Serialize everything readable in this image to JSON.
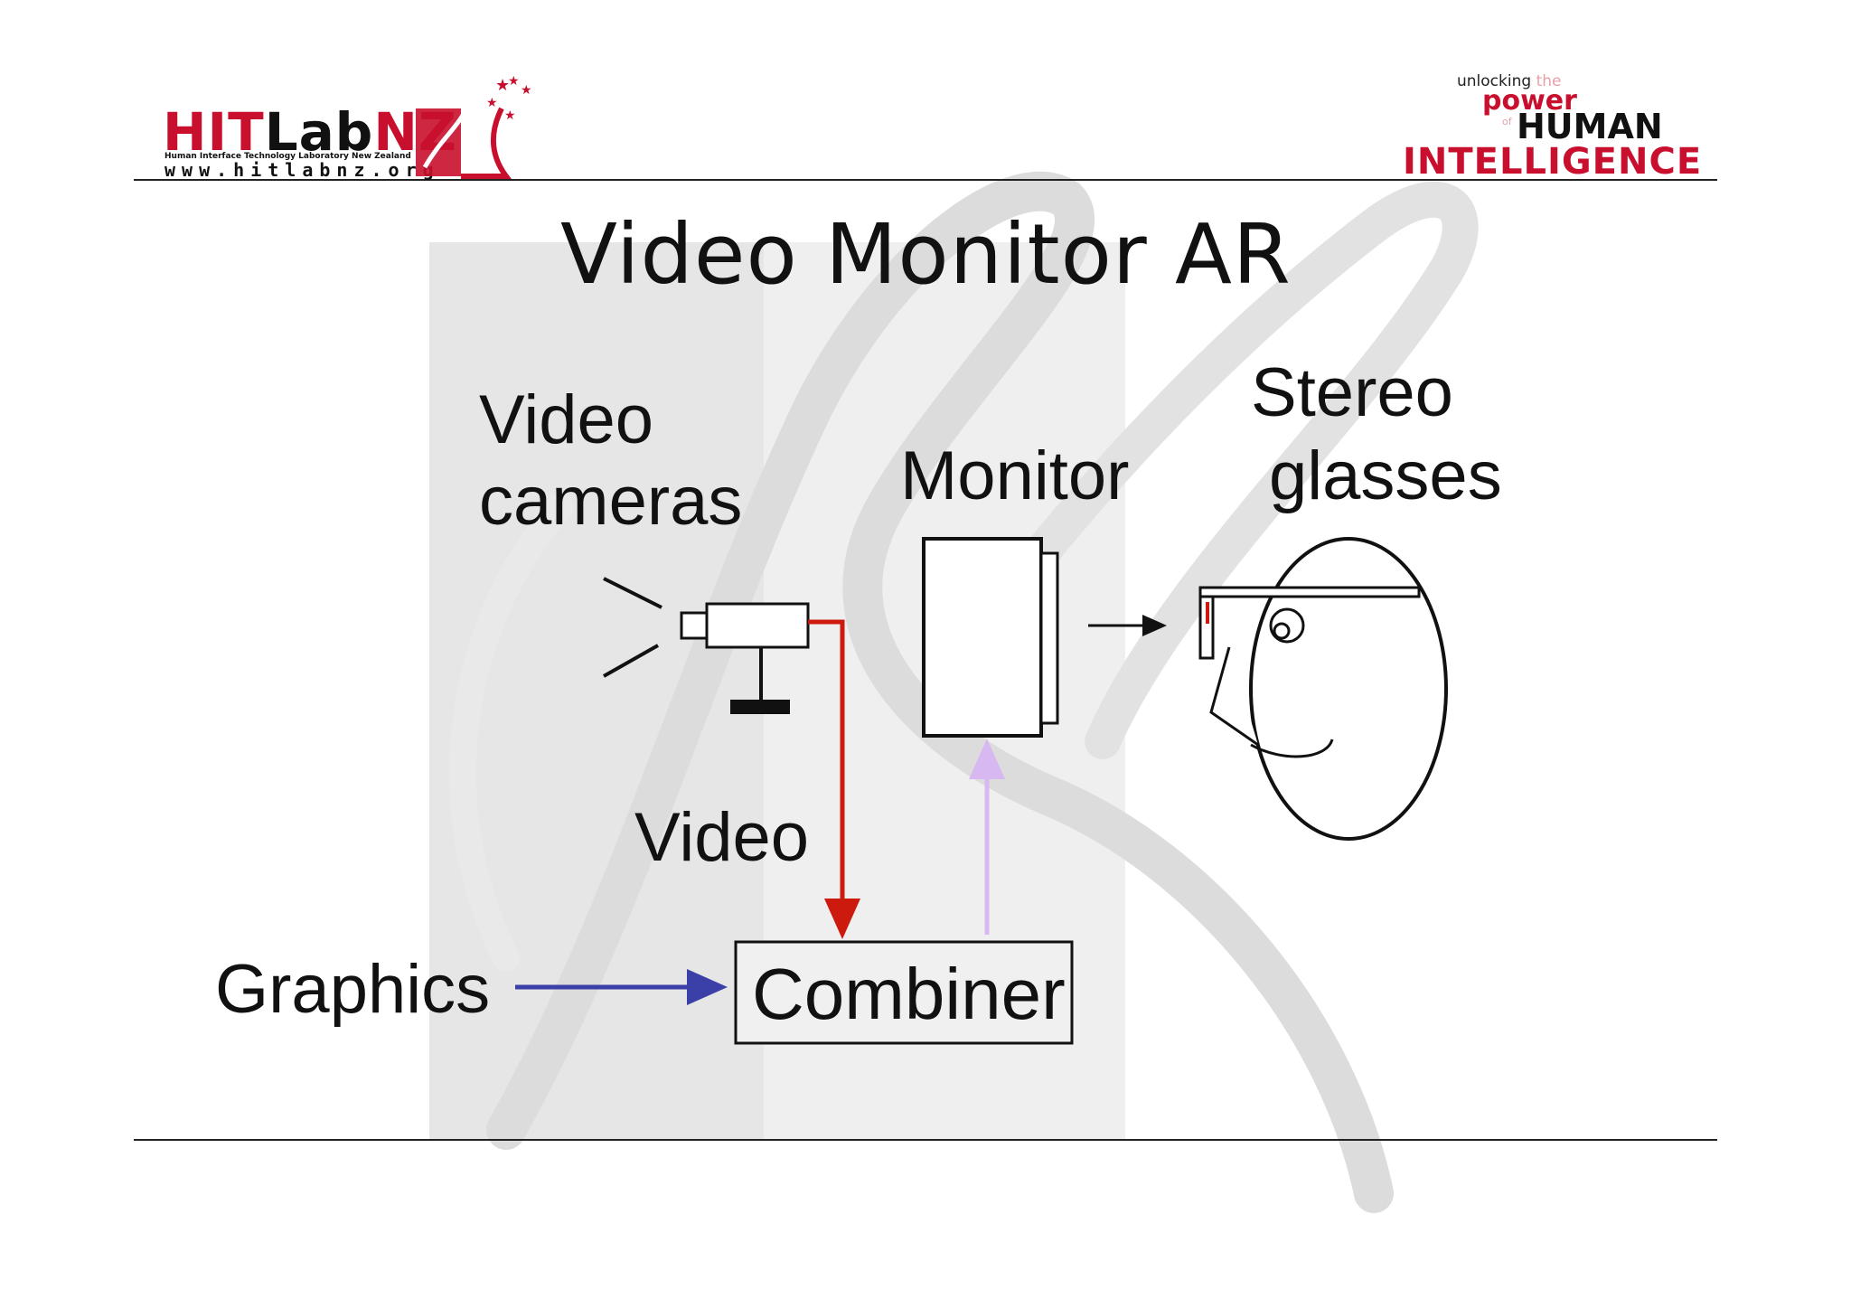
{
  "slide": {
    "title": "Video Monitor AR"
  },
  "logo_left": {
    "hit": "HIT",
    "lab": "Lab",
    "nz": "NZ",
    "subtitle": "Human Interface Technology Laboratory New Zealand",
    "url": "www.hitlabnz.org"
  },
  "logo_right": {
    "unlocking": "unlocking",
    "the": "the",
    "power": "power",
    "of": "of",
    "human": "HUMAN",
    "intelligence": "INTELLIGENCE"
  },
  "diagram": {
    "label_video_cameras_line1": "Video",
    "label_video_cameras_line2": "cameras",
    "label_monitor": "Monitor",
    "label_stereo_line1": "Stereo",
    "label_stereo_line2": "glasses",
    "label_video": "Video",
    "label_graphics": "Graphics",
    "combiner": "Combiner"
  },
  "colors": {
    "video_arrow": "#cc1a0e",
    "graphics_arrow": "#3b3fa8",
    "monitor_feed_arrow": "#d7b8f0",
    "brand_red": "#c8102e",
    "watermark": "#e4e4e4"
  }
}
